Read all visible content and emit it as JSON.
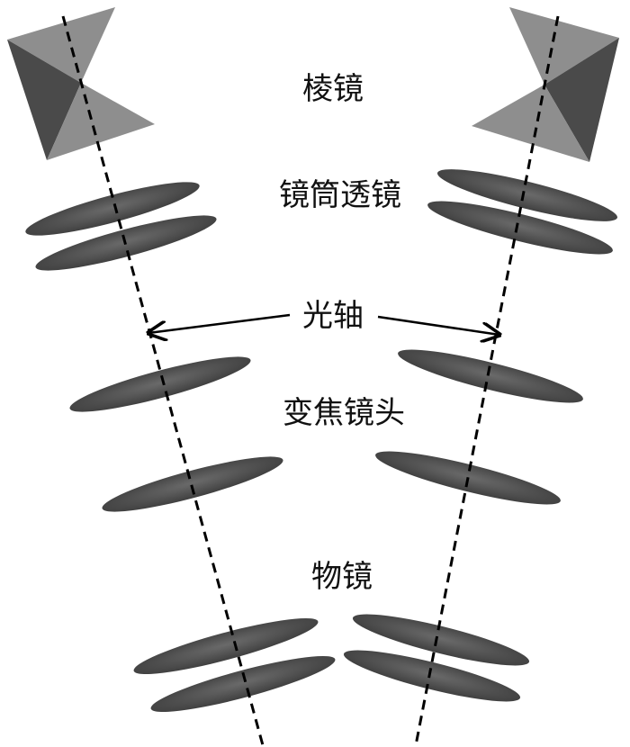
{
  "labels": {
    "prism": "棱镜",
    "tube_lens": "镜筒透镜",
    "optical_axis": "光轴",
    "zoom_lens": "变焦镜头",
    "objective": "物镜"
  },
  "colors": {
    "lens": "#555555",
    "prism_light": "#8e8e8e",
    "prism_dark": "#4a4a4a",
    "axis_line": "#000000",
    "background": "#ffffff"
  }
}
